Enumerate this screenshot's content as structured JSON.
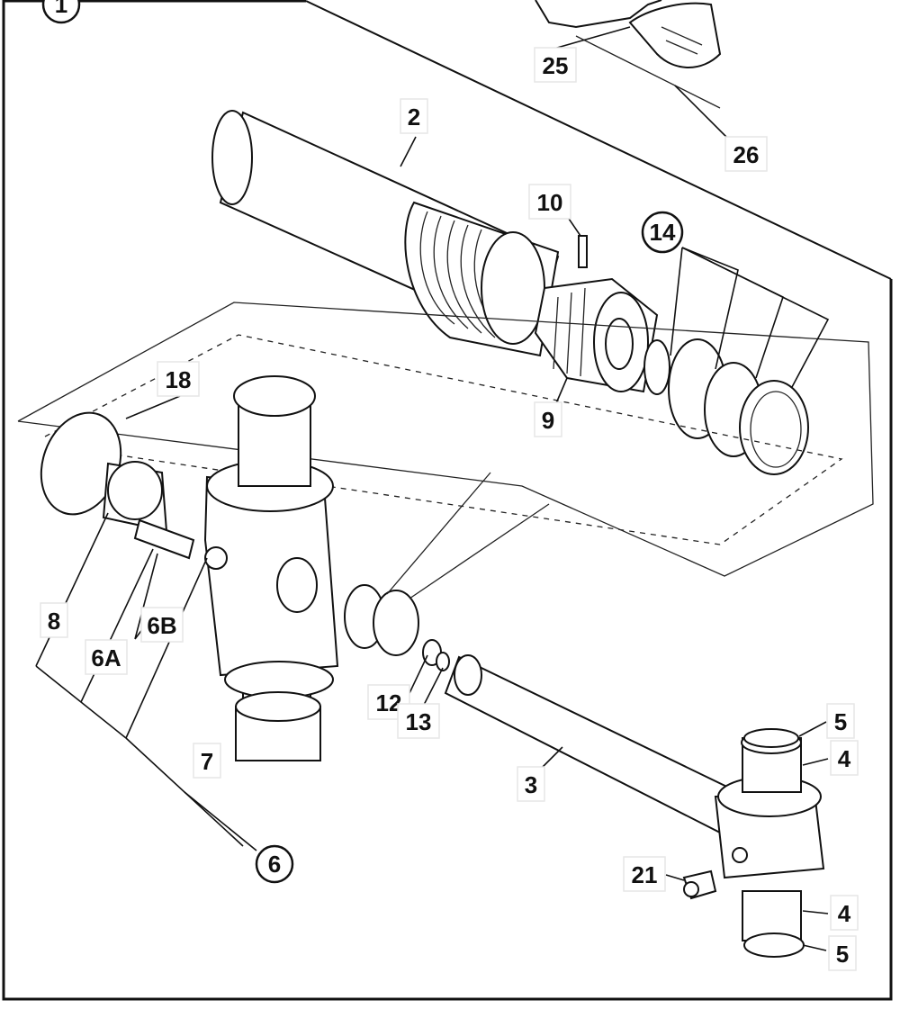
{
  "diagram": {
    "callouts": [
      {
        "id": "1",
        "text": "1",
        "circled": true
      },
      {
        "id": "25",
        "text": "25",
        "circled": false
      },
      {
        "id": "26",
        "text": "26",
        "circled": false
      },
      {
        "id": "2",
        "text": "2",
        "circled": false
      },
      {
        "id": "10",
        "text": "10",
        "circled": false
      },
      {
        "id": "14",
        "text": "14",
        "circled": true
      },
      {
        "id": "18",
        "text": "18",
        "circled": false
      },
      {
        "id": "9",
        "text": "9",
        "circled": false
      },
      {
        "id": "8",
        "text": "8",
        "circled": false
      },
      {
        "id": "6B",
        "text": "6B",
        "circled": false
      },
      {
        "id": "6A",
        "text": "6A",
        "circled": false
      },
      {
        "id": "12",
        "text": "12",
        "circled": false
      },
      {
        "id": "13",
        "text": "13",
        "circled": false
      },
      {
        "id": "7",
        "text": "7",
        "circled": false
      },
      {
        "id": "3",
        "text": "3",
        "circled": false
      },
      {
        "id": "5a",
        "text": "5",
        "circled": false
      },
      {
        "id": "4a",
        "text": "4",
        "circled": false
      },
      {
        "id": "21",
        "text": "21",
        "circled": false
      },
      {
        "id": "4b",
        "text": "4",
        "circled": false
      },
      {
        "id": "5b",
        "text": "5",
        "circled": false
      },
      {
        "id": "6",
        "text": "6",
        "circled": true
      }
    ]
  }
}
